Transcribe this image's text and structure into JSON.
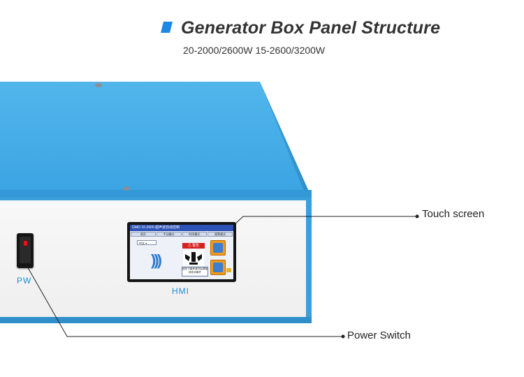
{
  "header": {
    "title": "Generator Box Panel Structure",
    "subtitle": "20-2000/2600W  15-2600/3200W"
  },
  "panel": {
    "switch_label": "PW",
    "hmi_label": "HMI",
    "box_color": "#3fa9e6",
    "front_color": "#f6f6f6"
  },
  "hmi_screen": {
    "titlebar": "GMO 15-2600 超声波自动控制",
    "tabs": [
      "首页",
      "手动模式",
      "时间模式",
      "报警模式"
    ],
    "language": "中文 ▾",
    "warning": "⚠ 警告",
    "note": "按压下超声波开启请保持双手离开"
  },
  "callouts": {
    "touch_screen": "Touch screen",
    "power_switch": "Power Switch"
  }
}
